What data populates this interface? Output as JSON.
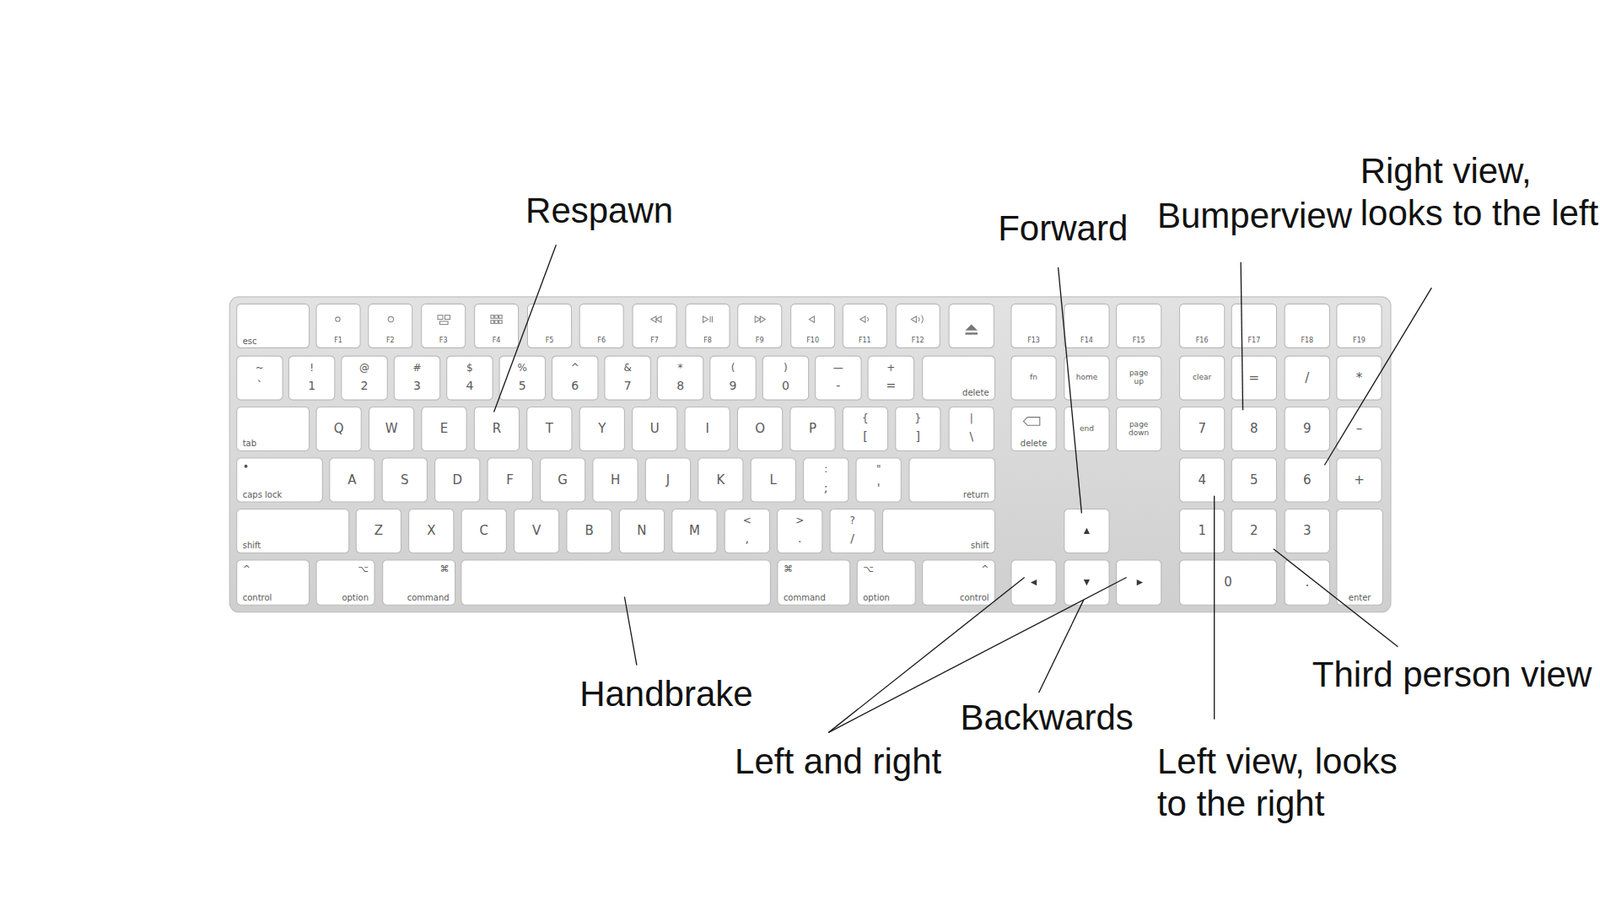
{
  "diagram": {
    "labels": [
      "Respawn",
      "Forward",
      "Bumperview",
      "Right view, looks to the left",
      "Third person view",
      "Handbrake",
      "Backwards",
      "Left and right",
      "Left view, looks to the right",
      "esc",
      "F1",
      "F2",
      "F3",
      "F4",
      "F5",
      "F6",
      "F7",
      "F8",
      "F9",
      "F10",
      "F11",
      "F12",
      "F13",
      "F14",
      "F15",
      "F16",
      "F17",
      "F18",
      "F19",
      "~",
      "`",
      "!",
      "1",
      "@",
      "2",
      "#",
      "3",
      "$",
      "4",
      "%",
      "5",
      "^",
      "6",
      "&",
      "7",
      "*",
      "8",
      "(",
      "9",
      ")",
      "0",
      "—",
      "-",
      "+",
      "=",
      "delete",
      "fn",
      "home",
      "page up",
      "clear",
      "=",
      "/",
      "*",
      "tab",
      "Q",
      "W",
      "E",
      "R",
      "T",
      "Y",
      "U",
      "I",
      "O",
      "P",
      "{",
      "[",
      "}",
      "]",
      "|",
      "\\",
      "delete",
      "end",
      "page down",
      "7",
      "8",
      "9",
      "–",
      "caps lock",
      "A",
      "S",
      "D",
      "F",
      "G",
      "H",
      "J",
      "K",
      "L",
      ":",
      ";",
      "\"",
      "'",
      "return",
      "4",
      "5",
      "6",
      "+",
      "shift",
      "Z",
      "X",
      "C",
      "V",
      "B",
      "N",
      "M",
      "<",
      ",",
      ">",
      ".",
      "?",
      "/",
      "shift",
      "1",
      "2",
      "3",
      "enter",
      "^",
      "control",
      "⌥",
      "option",
      "⌘",
      "command",
      "⌘",
      "command",
      "⌥",
      "option",
      "^",
      "control",
      "0",
      "."
    ]
  }
}
